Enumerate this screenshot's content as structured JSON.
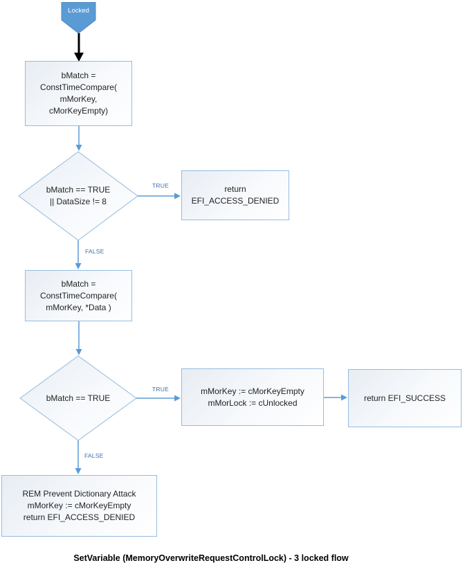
{
  "colors": {
    "start_fill": "#5B9BD5",
    "start_border": "#4E88C2",
    "shape_border": "#95BBDF",
    "diamond_border": "#A6C4E2",
    "connector": "#5B9BD5",
    "edge_label": "#3F6FAE",
    "start_arrow": "#000000",
    "text": "#1F1F1F"
  },
  "start": {
    "label": "Locked"
  },
  "nodes": {
    "compare_empty": "bMatch =\nConstTimeCompare(\nmMorKey,\ncMorKeyEmpty)",
    "decision_match_or_size": "bMatch == TRUE\n|| DataSize != 8",
    "return_access_denied": "return\nEFI_ACCESS_DENIED",
    "compare_data": "bMatch =\nConstTimeCompare(\nmMorKey, *Data )",
    "decision_match": "bMatch == TRUE",
    "clear_key_unlock": "mMorKey := cMorKeyEmpty\nmMorLock := cUnlocked",
    "return_success": "return EFI_SUCCESS",
    "dictionary_attack": "REM Prevent Dictionary Attack\nmMorKey := cMorKeyEmpty\nreturn EFI_ACCESS_DENIED"
  },
  "edges": {
    "true1": "TRUE",
    "false1": "FALSE",
    "true2": "TRUE",
    "false2": "FALSE"
  },
  "caption": "SetVariable (MemoryOverwriteRequestControlLock) - 3 locked flow"
}
